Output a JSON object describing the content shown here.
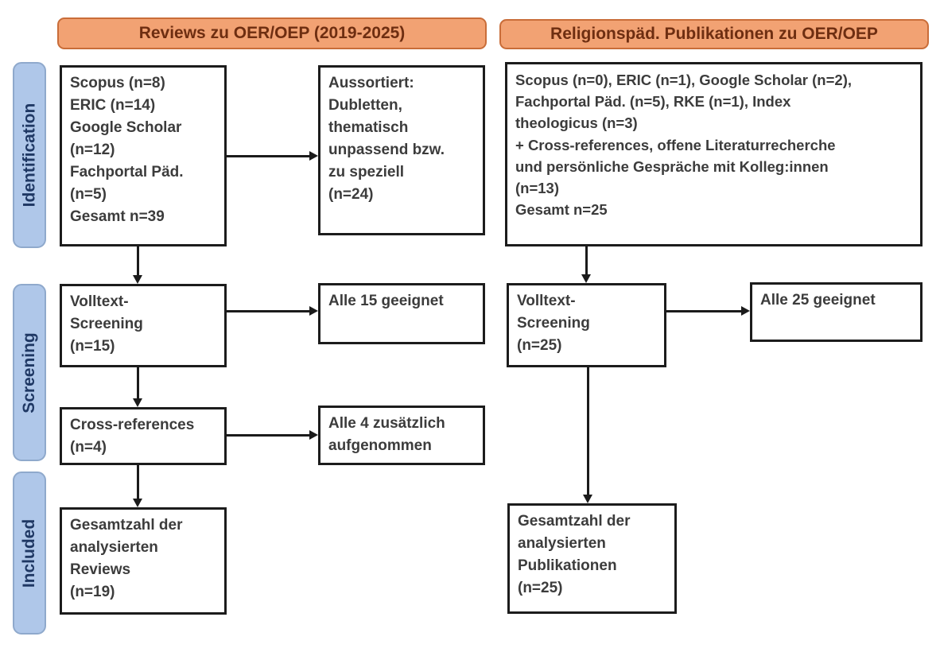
{
  "headers": {
    "left": "Reviews zu OER/OEP (2019-2025)",
    "right": "Religionspäd. Publikationen zu OER/OEP"
  },
  "stages": {
    "identification": "Identification",
    "screening": "Screening",
    "included": "Included"
  },
  "left_column": {
    "identification_box": "Scopus (n=8)\nERIC (n=14)\nGoogle Scholar\n(n=12)\nFachportal Päd.\n(n=5)\nGesamt n=39",
    "excluded_box": "Aussortiert:\nDubletten,\nthematisch\nunpassend bzw.\nzu speziell\n(n=24)",
    "fulltext_box": "Volltext-\nScreening\n(n=15)",
    "fulltext_result_box": "Alle 15 geeignet",
    "crossref_box": "Cross-references\n(n=4)",
    "crossref_result_box": "Alle 4 zusätzlich\naufgenommen",
    "included_box": "Gesamtzahl der\nanalysierten\nReviews\n(n=19)"
  },
  "right_column": {
    "identification_box": "Scopus (n=0), ERIC (n=1), Google Scholar (n=2),\nFachportal Päd. (n=5), RKE (n=1), Index\ntheologicus (n=3)\n+ Cross-references, offene Literaturrecherche\nund persönliche Gespräche mit Kolleg:innen\n(n=13)\nGesamt n=25",
    "fulltext_box": "Volltext-\nScreening\n(n=25)",
    "fulltext_result_box": "Alle 25 geeignet",
    "included_box": "Gesamtzahl der\nanalysierten\nPublikationen\n(n=25)"
  },
  "colors": {
    "header_fill": "#F2A273",
    "header_border": "#C96D39",
    "header_text": "#6E2E11",
    "stage_fill": "#AFC7E9",
    "stage_border": "#8FA9CC",
    "stage_text": "#1F3864",
    "box_border": "#1C1C1C",
    "box_text": "#3C3C3C",
    "arrow": "#1B1B1B"
  }
}
